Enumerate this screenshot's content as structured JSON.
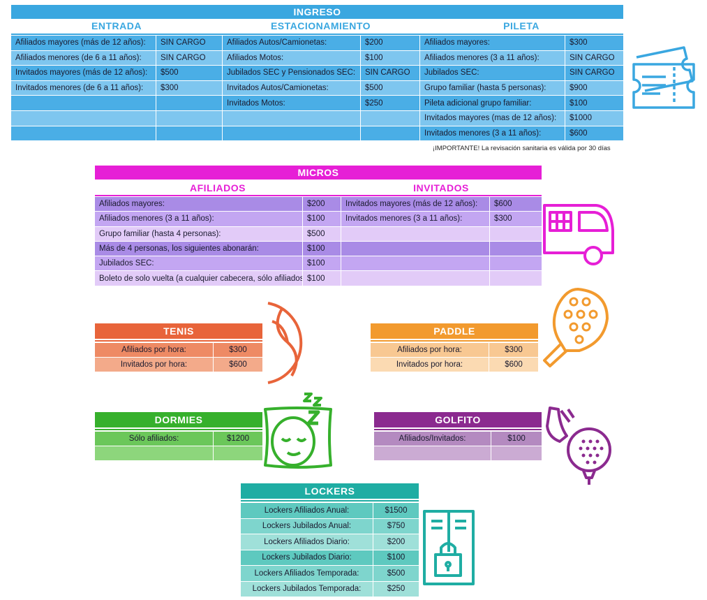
{
  "colors": {
    "ingreso": "#3aa7e0",
    "micros": "#e61fd6",
    "tenis": "#e8643a",
    "paddle": "#f29a2e",
    "dormies": "#36b02c",
    "golfito": "#8b2a8f",
    "lockers": "#1fada3"
  },
  "ingreso": {
    "title": "INGRESO",
    "entrada": {
      "title": "ENTRADA",
      "rows": [
        {
          "label": "Afiliados mayores (más de 12 años):",
          "value": "SIN CARGO"
        },
        {
          "label": "Afiliados menores (de 6 a 11 años):",
          "value": "SIN CARGO"
        },
        {
          "label": "Invitados mayores (más de 12 años):",
          "value": "$500"
        },
        {
          "label": "Invitados menores (de 6 a 11 años):",
          "value": "$300"
        },
        {
          "label": "",
          "value": ""
        },
        {
          "label": "",
          "value": ""
        },
        {
          "label": "",
          "value": ""
        }
      ]
    },
    "estacionamiento": {
      "title": "ESTACIONAMIENTO",
      "rows": [
        {
          "label": "Afiliados Autos/Camionetas:",
          "value": "$200"
        },
        {
          "label": "Afiliados Motos:",
          "value": "$100"
        },
        {
          "label": "Jubilados SEC y Pensionados SEC:",
          "value": "SIN CARGO"
        },
        {
          "label": "Invitados Autos/Camionetas:",
          "value": "$500"
        },
        {
          "label": "Invitados Motos:",
          "value": "$250"
        },
        {
          "label": "",
          "value": ""
        },
        {
          "label": "",
          "value": ""
        }
      ]
    },
    "pileta": {
      "title": "PILETA",
      "rows": [
        {
          "label": "Afiliados mayores:",
          "value": "$300"
        },
        {
          "label": "Afiliados menores (3 a 11 años):",
          "value": "SIN CARGO"
        },
        {
          "label": "Jubilados SEC:",
          "value": "SIN CARGO"
        },
        {
          "label": "Grupo familiar (hasta 5 personas):",
          "value": "$900"
        },
        {
          "label": "Pileta adicional grupo familiar:",
          "value": "$100"
        },
        {
          "label": "Invitados mayores (mas de 12 años):",
          "value": "$1000"
        },
        {
          "label": "Invitados menores (3 a 11 años):",
          "value": "$600"
        }
      ]
    },
    "note": "¡IMPORTANTE! La revisación sanitaria es válida por 30 días"
  },
  "micros": {
    "title": "MICROS",
    "afiliados": {
      "title": "AFILIADOS",
      "rows": [
        {
          "label": "Afiliados mayores:",
          "value": "$200"
        },
        {
          "label": "Afiliados menores (3 a 11 años):",
          "value": "$100"
        },
        {
          "label": "Grupo familiar (hasta 4 personas):",
          "value": "$500"
        },
        {
          "label": "Más de 4 personas, los siguientes abonarán:",
          "value": "$100"
        },
        {
          "label": "Jubilados SEC:",
          "value": "$100"
        },
        {
          "label": "Boleto de solo vuelta (a cualquier cabecera, sólo afiliados):",
          "value": "$100"
        }
      ]
    },
    "invitados": {
      "title": "INVITADOS",
      "rows": [
        {
          "label": "Invitados mayores (más de 12 años):",
          "value": "$600"
        },
        {
          "label": "Invitados menores (3 a 11 años):",
          "value": "$300"
        },
        {
          "label": "",
          "value": ""
        },
        {
          "label": "",
          "value": ""
        },
        {
          "label": "",
          "value": ""
        },
        {
          "label": "",
          "value": ""
        }
      ]
    }
  },
  "tenis": {
    "title": "TENIS",
    "rows": [
      {
        "label": "Afiliados por hora:",
        "value": "$300"
      },
      {
        "label": "Invitados por hora:",
        "value": "$600"
      }
    ]
  },
  "paddle": {
    "title": "PADDLE",
    "rows": [
      {
        "label": "Afiliados por hora:",
        "value": "$300"
      },
      {
        "label": "Invitados por hora:",
        "value": "$600"
      }
    ]
  },
  "dormies": {
    "title": "DORMIES",
    "rows": [
      {
        "label": "Sólo afiliados:",
        "value": "$1200"
      },
      {
        "label": "",
        "value": ""
      }
    ]
  },
  "golfito": {
    "title": "GOLFITO",
    "rows": [
      {
        "label": "Afiliados/Invitados:",
        "value": "$100"
      },
      {
        "label": "",
        "value": ""
      }
    ]
  },
  "lockers": {
    "title": "LOCKERS",
    "rows": [
      {
        "label": "Lockers Afiliados Anual:",
        "value": "$1500"
      },
      {
        "label": "Lockers Jubilados Anual:",
        "value": "$750"
      },
      {
        "label": "Lockers Afiliados Diario:",
        "value": "$200"
      },
      {
        "label": "Lockers Jubilados Diario:",
        "value": "$100"
      },
      {
        "label": "Lockers Afiliados Temporada:",
        "value": "$500"
      },
      {
        "label": "Lockers Jubilados Temporada:",
        "value": "$250"
      }
    ]
  },
  "icons": [
    "ticket-icon",
    "bus-icon",
    "tennis-ball-icon",
    "padel-racket-icon",
    "sleeping-face-icon",
    "golf-club-icon",
    "locker-icon"
  ]
}
